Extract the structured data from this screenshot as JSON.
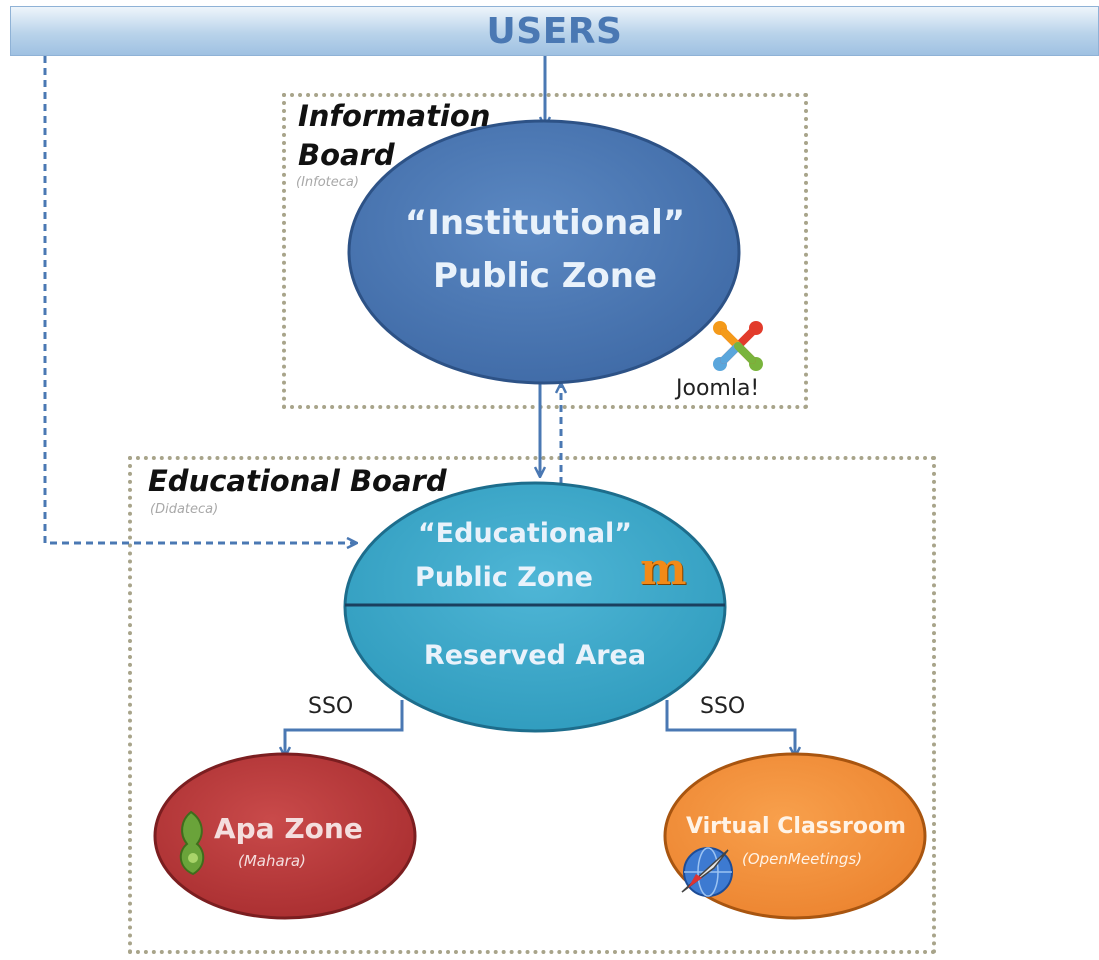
{
  "users": {
    "label": "USERS"
  },
  "information_board": {
    "title_line1": "Information",
    "title_line2": "Board",
    "subtitle": "(Infoteca)",
    "zone_line1": "“Institutional”",
    "zone_line2": "Public Zone",
    "logo_text": "Joomla!"
  },
  "educational_board": {
    "title": "Educational Board",
    "subtitle": "(Didateca)",
    "zone_line1": "“Educational”",
    "zone_line2": "Public Zone",
    "reserved": "Reserved Area",
    "moodle_logo": "m"
  },
  "sso_left": "SSO",
  "sso_right": "SSO",
  "apa_zone": {
    "title": "Apa Zone",
    "subtitle": "(Mahara)"
  },
  "virtual_classroom": {
    "title": "Virtual Classroom",
    "subtitle": "(OpenMeetings)"
  },
  "colors": {
    "institutional": "#4a78b3",
    "educational": "#3ea8c8",
    "apa": "#b9383a",
    "virtual": "#f0903a",
    "arrow": "#4a78b3"
  },
  "icons": [
    "joomla-logo-icon",
    "moodle-logo-icon",
    "mahara-logo-icon",
    "openmeetings-logo-icon"
  ]
}
